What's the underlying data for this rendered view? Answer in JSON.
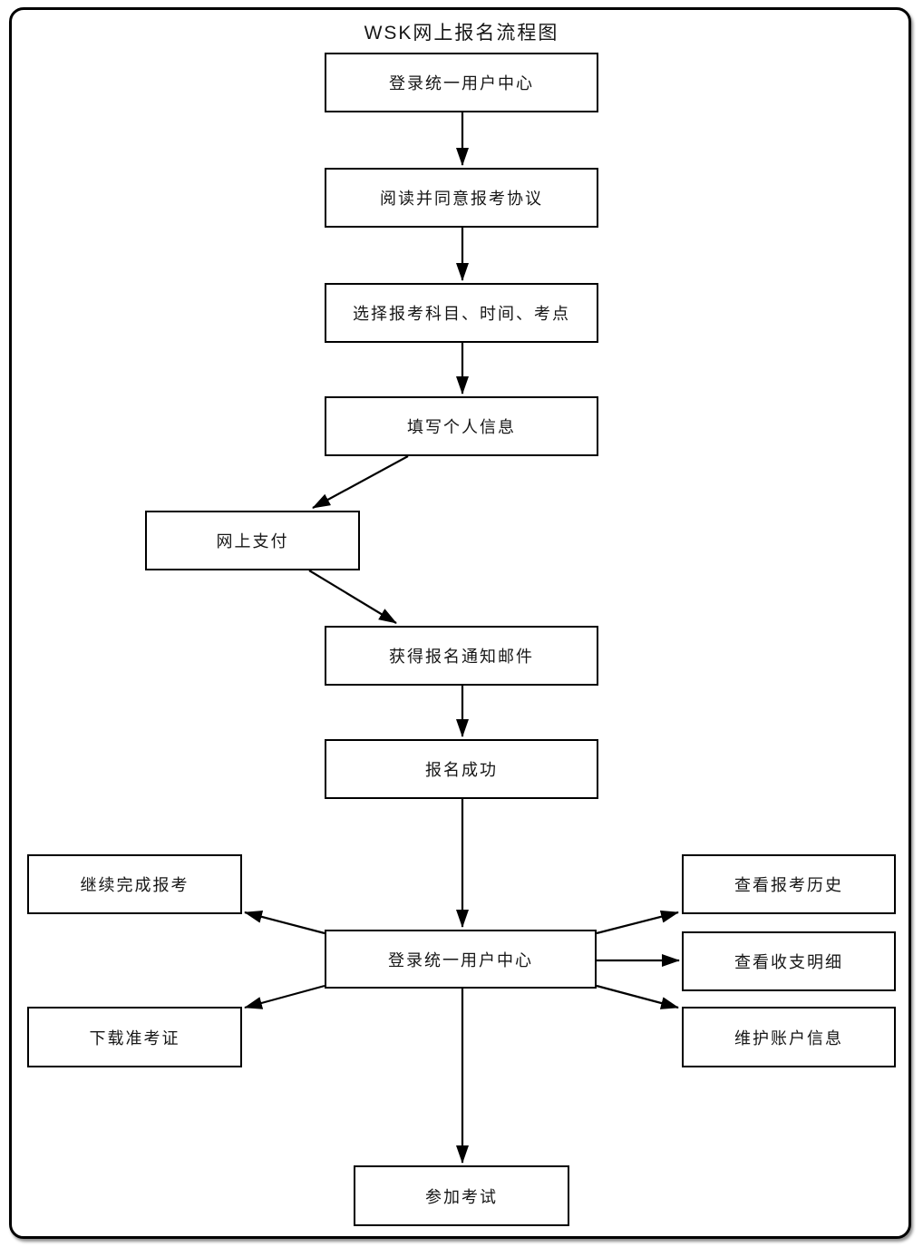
{
  "title": "WSK网上报名流程图",
  "nodes": {
    "login_top": "登录统一用户中心",
    "read_agreement": "阅读并同意报考协议",
    "choose_subject": "选择报考科目、时间、考点",
    "fill_personal_info": "填写个人信息",
    "online_payment": "网上支付",
    "get_email": "获得报名通知邮件",
    "register_success": "报名成功",
    "login_center": "登录统一用户中心",
    "continue_register": "继续完成报考",
    "download_admission_ticket": "下载准考证",
    "view_register_history": "查看报考历史",
    "view_payment_details": "查看收支明细",
    "maintain_account_info": "维护账户信息",
    "take_exam": "参加考试"
  },
  "colors": {
    "line": "#000000",
    "box_border": "#000000",
    "box_background": "#ffffff",
    "page_background": "#ffffff",
    "text": "#161616"
  }
}
